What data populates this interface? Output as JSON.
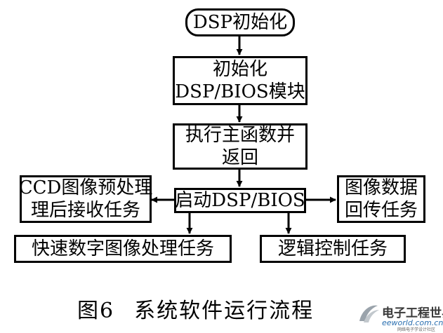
{
  "diagram": {
    "start": "DSP初始化",
    "init_module": [
      "初始化",
      "DSP/BIOS模块"
    ],
    "execute_main": [
      "执行主函数并",
      "返回"
    ],
    "launch_bios": "启动DSP/BIOS",
    "ccd_task": [
      "CCD图像预处理",
      "理后接收任务"
    ],
    "return_task": [
      "图像数据",
      "回传任务"
    ],
    "fast_task": "快速数字图像处理任务",
    "logic_task": "逻辑控制任务"
  },
  "caption": {
    "figure": "图6",
    "title": "系统软件运行流程"
  },
  "watermark": {
    "title": "电子工程世界",
    "domain": "eeworld.com.cn",
    "subtitle": "网络电子学设计社区"
  }
}
